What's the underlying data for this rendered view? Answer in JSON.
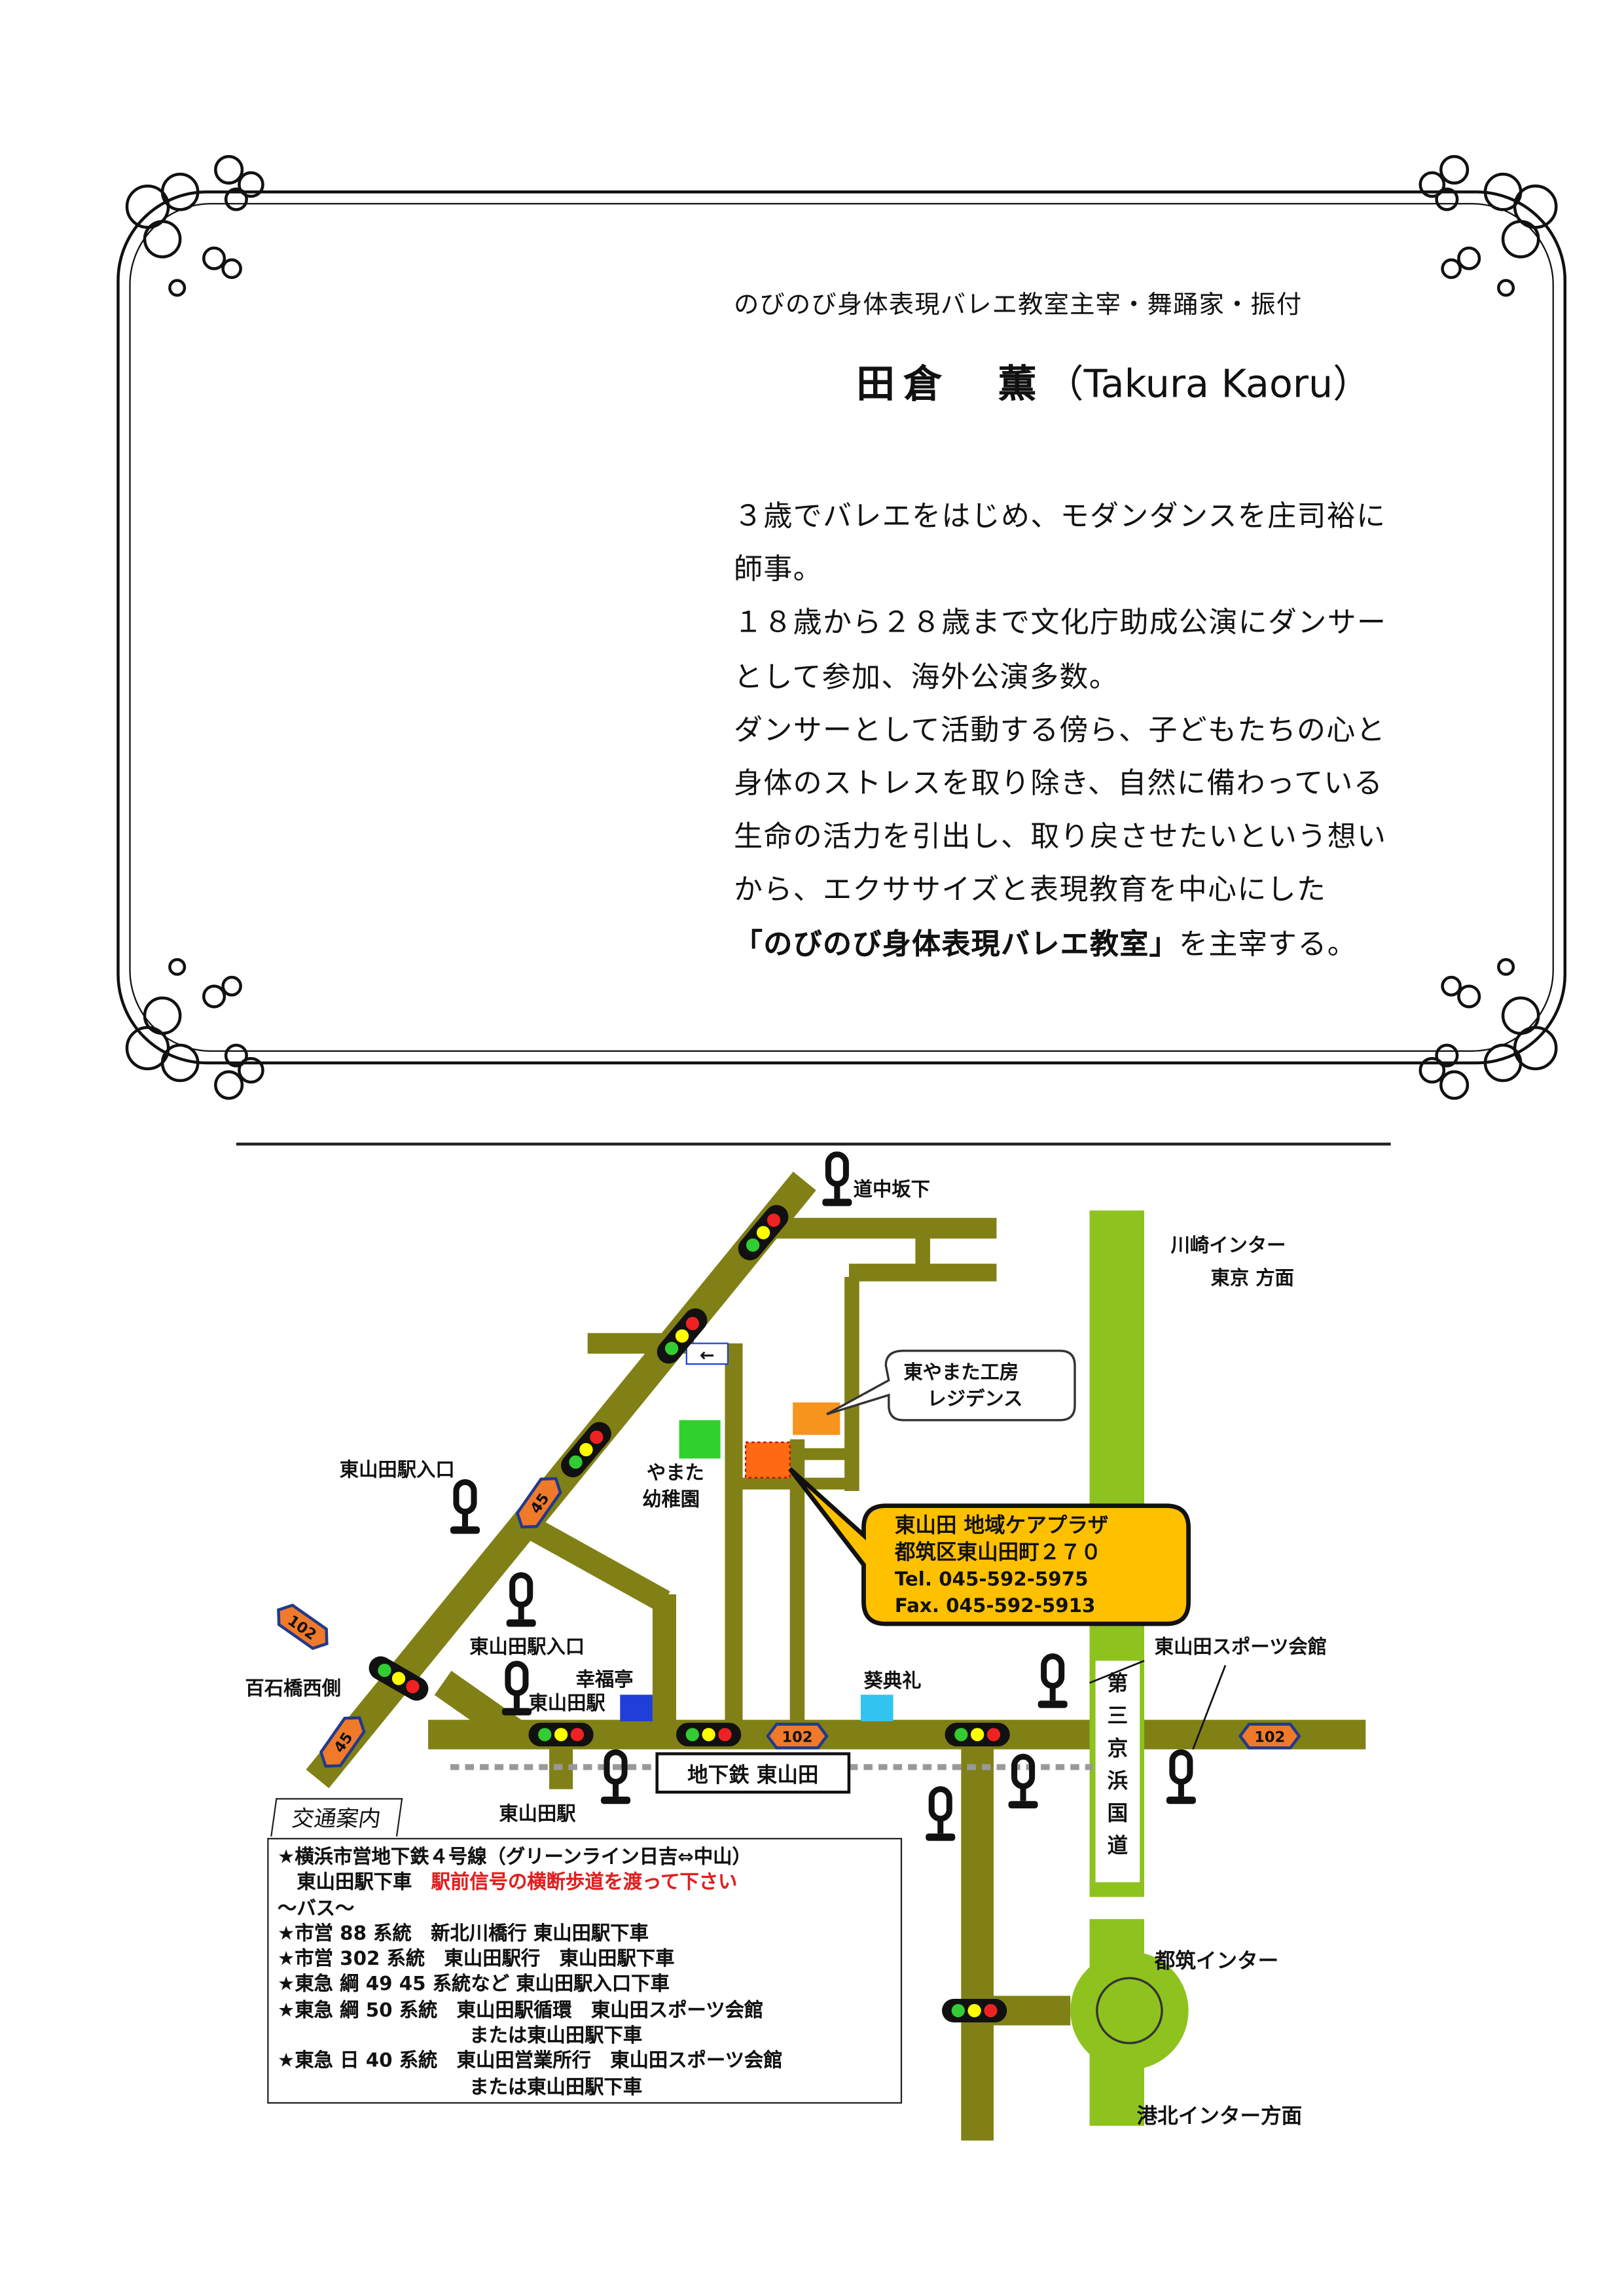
{
  "profile": {
    "subtitle": "のびのび身体表現バレエ教室主宰・舞踊家・振付",
    "name_jp": "田倉　薫",
    "name_en": "（Takura Kaoru）",
    "bio_lines": [
      "３歳でバレエをはじめ、モダンダンスを庄司裕に",
      "師事。",
      "１８歳から２８歳まで文化庁助成公演にダンサー",
      "として参加、海外公演多数。",
      "ダンサーとして活動する傍ら、子どもたちの心と",
      "身体のストレスを取り除き、自然に備わっている",
      "生命の活力を引出し、取り戻させたいという想い",
      "から、エクササイズと表現教育を中心にした"
    ],
    "bio_last_highlight": "「のびのび身体表現バレエ教室」",
    "bio_last_rest": "を主宰する。"
  },
  "map": {
    "labels": {
      "dochusaka": "道中坂下",
      "kawasaki_1": "川崎インター",
      "kawasaki_2": "東京 方面",
      "residence_1": "東やまた工房",
      "residence_2": "レジデンス",
      "entrance_1": "東山田駅入口",
      "yamata_1": "やまた",
      "yamata_2": "幼稚園",
      "entrance_2": "東山田駅入口",
      "momoishi": "百石橋西側",
      "kofukutei": "幸福亭",
      "station_bus": "東山田駅",
      "kitenrei": "葵典礼",
      "sports_hall": "東山田スポーツ会館",
      "subway": "地下鉄 東山田",
      "station": "東山田駅",
      "highway_name": "第三京浜国道",
      "tsuzuki_ic": "都筑インター",
      "kohoku_ic": "港北インター方面",
      "route45a": "45",
      "route45b": "45",
      "route102a": "102",
      "route102b": "102",
      "route102c": "102"
    },
    "callout": {
      "line1": "東山田 地域ケアプラザ",
      "line2": "都筑区東山田町２７０",
      "tel": "Tel. 045-592-5975",
      "fax": "Fax. 045-592-5913"
    },
    "colors": {
      "road": "#808016",
      "highway": "#8dc21f",
      "callout": "#ffc000",
      "target": "#ff6a13",
      "residence": "#f7941d",
      "kindergarten": "#2fd12f",
      "kofukutei": "#1f3fd8",
      "kitenrei": "#33c3f0"
    }
  },
  "access": {
    "title": "交通案内",
    "subway_line": "★横浜市営地下鉄４号線（グリーンライン日吉⇔中山）",
    "subway_get_off": "　東山田駅下車",
    "subway_note": "駅前信号の横断歩道を渡って下さい",
    "bus_header": "～バス～",
    "bus_lines": [
      "★市営 88 系統　新北川橋行 東山田駅下車",
      "★市営 302 系統　東山田駅行　東山田駅下車",
      "★東急 綱 49 45 系統など 東山田駅入口下車",
      "★東急 綱 50 系統　東山田駅循環　東山田スポーツ会館",
      "　　　　　　　　　　または東山田駅下車",
      "★東急 日 40 系統　東山田営業所行　東山田スポーツ会館",
      "　　　　　　　　　　または東山田駅下車"
    ]
  }
}
